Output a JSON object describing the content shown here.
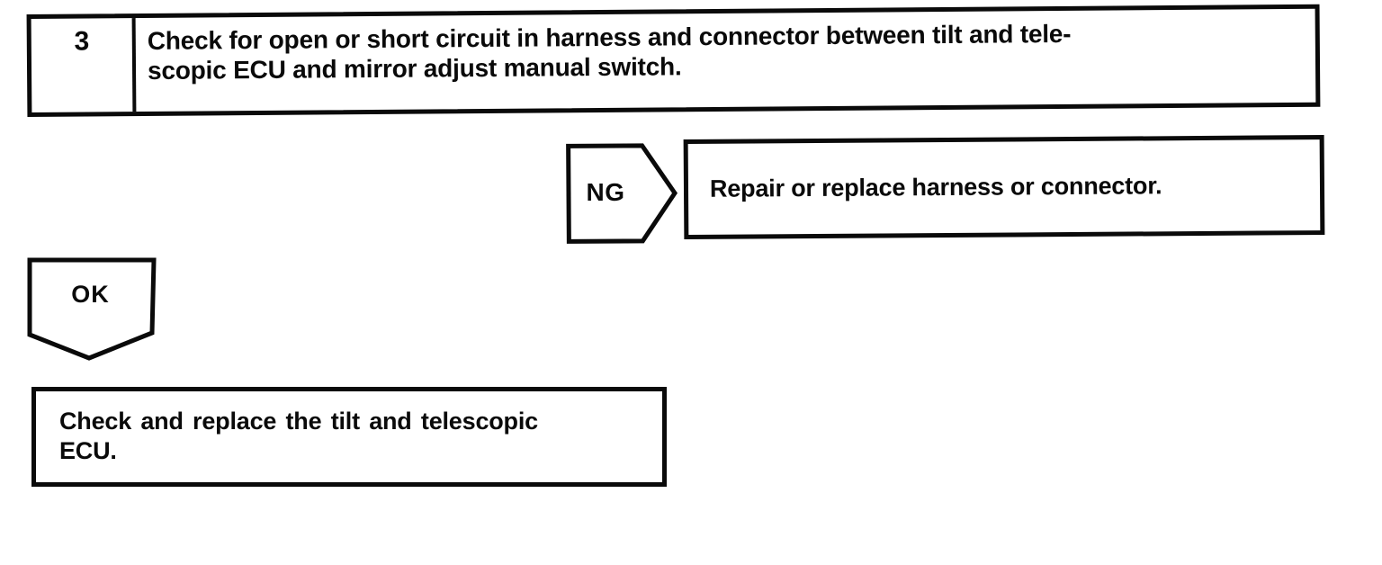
{
  "page": {
    "background_color": "#ffffff",
    "ink_color": "#0a0a0a",
    "kind": "troubleshooting-flowchart"
  },
  "step": {
    "number": "3",
    "instruction_lines": [
      "Check for open or short circuit in harness and connector between tilt and tele-",
      "scopic ECU and mirror adjust manual switch."
    ]
  },
  "branches": {
    "ng": {
      "label": "NG",
      "result": "Repair or replace harness or connector."
    },
    "ok": {
      "label": "OK",
      "result_lines": [
        "Check and replace the tilt and telescopic",
        "ECU."
      ]
    }
  }
}
